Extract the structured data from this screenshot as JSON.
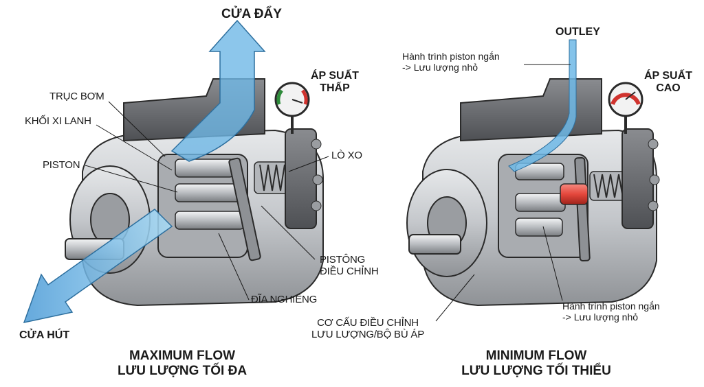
{
  "left": {
    "outlet_label": "CỬA ĐẨY",
    "inlet_label": "CỬA HÚT",
    "gauge_label": [
      "ÁP SUẤT",
      "THẤP"
    ],
    "shaft_label": "TRỤC BƠM",
    "cylinder_label": "KHỐI XI LANH",
    "piston_label": "PISTON",
    "spring_label": "LÒ XO",
    "control_piston_label": [
      "PISTÔNG",
      "ĐIỀU CHỈNH"
    ],
    "swashplate_label": "ĐĨA NGHIÊNG",
    "caption": [
      "MAXIMUM FLOW",
      "LƯU LƯỢNG TỐI ĐA"
    ]
  },
  "right": {
    "outlet_label": "OUTLEY",
    "stroke_note_top": [
      "Hành trình piston ngắn",
      "-> Lưu lượng nhỏ"
    ],
    "gauge_label": [
      "ÁP SUẤT",
      "CAO"
    ],
    "stroke_note_bottom": [
      "Hành trình piston ngắn",
      "-> Lưu lượng nhỏ"
    ],
    "compensator_label": [
      "CƠ CẤU ĐIỀU CHỈNH",
      "LƯU LƯỢNG/BỘ BÙ ÁP"
    ],
    "caption": [
      "MINIMUM FLOW",
      "LƯU LƯỢNG TỐI THIỂU"
    ]
  },
  "colors": {
    "flow": "#6fb8e6",
    "metal": "#c9ccd0",
    "dark_metal": "#6d6f73",
    "gauge_green": "#2e8b3a",
    "gauge_red": "#d0332e",
    "hot_sleeve": "#e4473c"
  }
}
